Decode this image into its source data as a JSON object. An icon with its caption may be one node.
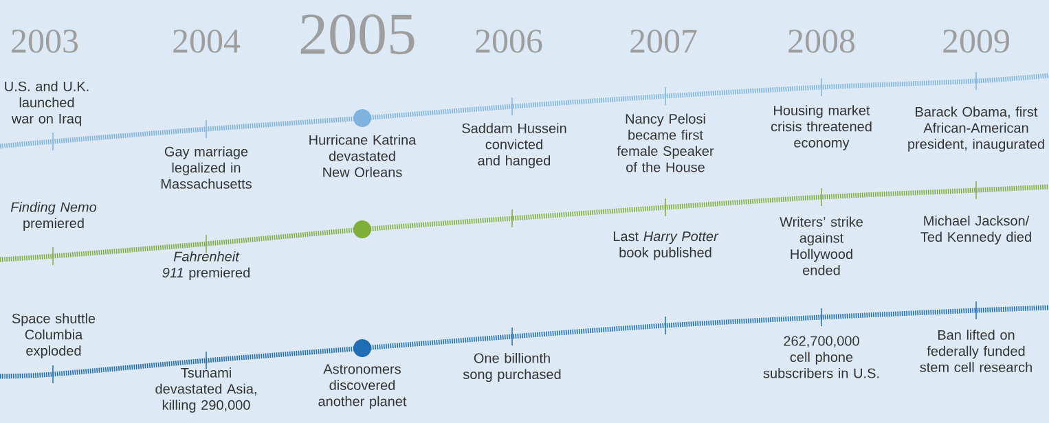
{
  "diagram": {
    "labels": [
      "2003",
      "2004",
      "2005",
      "2006",
      "2007",
      "2008",
      "2009",
      "U.S. and U.K. launched war on Iraq",
      "Gay marriage legalized in Massachusetts",
      "Hurricane Katrina devastated New Orleans",
      "Saddam Hussein convicted and hanged",
      "Nancy Pelosi became first female Speaker of the House",
      "Housing market crisis threatened economy",
      "Barack Obama, first African-American president, inaugurated",
      "*Finding Nemo* premiered",
      "*Fahrenheit 911* premiered",
      "Last *Harry Potter* book published",
      "Writers’ strike against Hollywood ended",
      "Michael Jackson/ Ted Kennedy died",
      "Space shuttle Columbia exploded",
      "Tsunami devastated Asia, killing 290,000",
      "Astronomers discovered another planet",
      "One billionth song purchased",
      "262,700,000 cell phone subscribers in U.S.",
      "Ban lifted on federally funded stem cell research"
    ]
  }
}
